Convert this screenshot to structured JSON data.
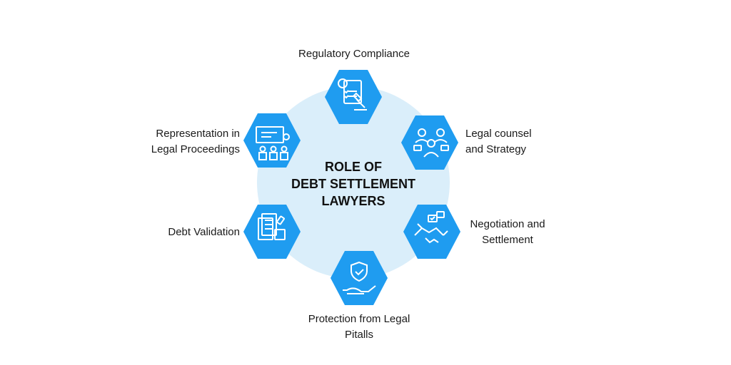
{
  "colors": {
    "circle": "#daeefa",
    "hexagon": "#1f9cf0",
    "icon": "#ffffff",
    "text": "#1a1a1a"
  },
  "center": {
    "line1": "ROLE OF",
    "line2": "DEBT SETTLEMENT",
    "line3": "LAWYERS"
  },
  "nodes": [
    {
      "id": "regulatory",
      "icon": "certificate-gavel-icon",
      "lines": [
        "Regulatory Compliance"
      ]
    },
    {
      "id": "counsel",
      "icon": "team-discussion-icon",
      "lines": [
        "Legal counsel",
        "and Strategy"
      ]
    },
    {
      "id": "negotiation",
      "icon": "handshake-icon",
      "lines": [
        "Negotiation and",
        "Settlement"
      ]
    },
    {
      "id": "protection",
      "icon": "shield-hand-icon",
      "lines": [
        "Protection from Legal",
        "Pitalls"
      ]
    },
    {
      "id": "validation",
      "icon": "document-stamp-icon",
      "lines": [
        "Debt Validation"
      ]
    },
    {
      "id": "representation",
      "icon": "presentation-audience-icon",
      "lines": [
        "Representation in",
        "Legal Proceedings"
      ]
    }
  ]
}
